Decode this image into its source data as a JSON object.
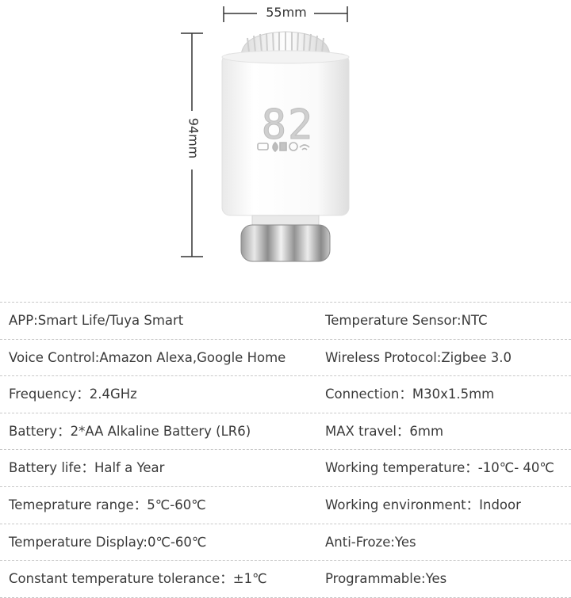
{
  "dimensions": {
    "width_label": "55mm",
    "height_label": "94mm"
  },
  "display": {
    "value": "82",
    "icons": [
      "battery-icon",
      "heat-drop-icon",
      "window-open-icon",
      "timer-icon",
      "wifi-icon"
    ]
  },
  "specs": [
    {
      "left": "APP:Smart Life/Tuya Smart",
      "right": "Temperature Sensor:NTC"
    },
    {
      "left": "Voice Control:Amazon Alexa,Google Home",
      "right": "Wireless Protocol:Zigbee 3.0"
    },
    {
      "left": "Frequency：2.4GHz",
      "right": "Connection：M30x1.5mm"
    },
    {
      "left": "Battery：2*AA Alkaline Battery (LR6)",
      "right": "MAX travel：6mm"
    },
    {
      "left": "Battery life：Half a Year",
      "right": "Working temperature：-10℃- 40℃"
    },
    {
      "left": "Temeprature range：5℃-60℃",
      "right": "Working environment：Indoor"
    },
    {
      "left": "Temperature Display:0℃-60℃",
      "right": "Anti-Froze:Yes"
    },
    {
      "left": "Constant temperature tolerance：±1℃",
      "right": "Programmable:Yes"
    }
  ]
}
